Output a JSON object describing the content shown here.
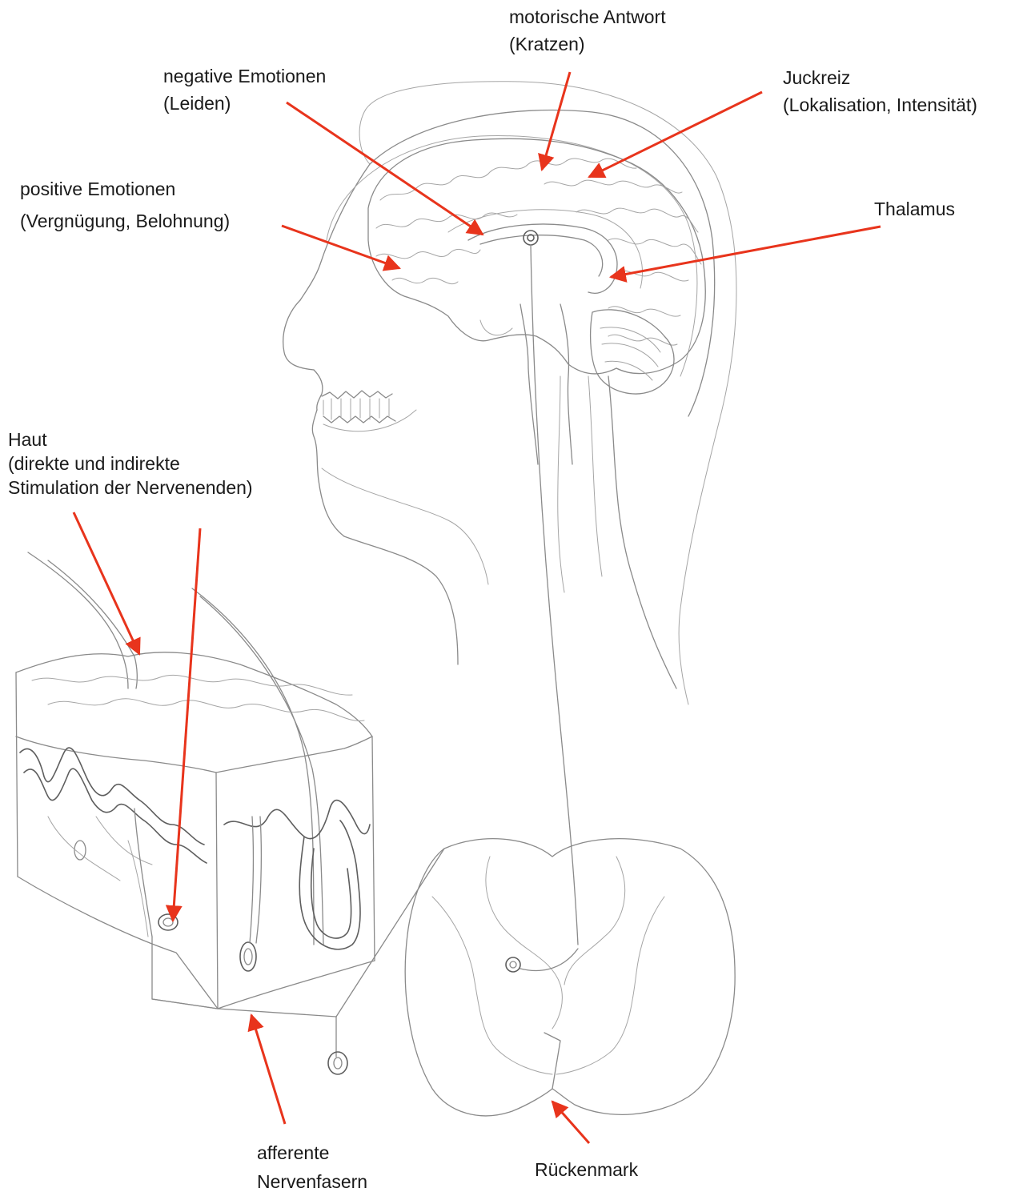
{
  "labels": {
    "motor": {
      "line1": "motorische Antwort",
      "line2": "(Kratzen)"
    },
    "negative": {
      "line1": "negative Emotionen",
      "line2": "(Leiden)"
    },
    "itch": {
      "line1": "Juckreiz",
      "line2": "(Lokalisation, Intensität)"
    },
    "positive": {
      "line1": "positive Emotionen",
      "line2": "(Vergnügung, Belohnung)"
    },
    "thalamus": {
      "line1": "Thalamus"
    },
    "skin": {
      "line1": "Haut",
      "line2": "(direkte und indirekte",
      "line3": "Stimulation der Nervenenden)"
    },
    "afferent": {
      "line1": "afferente",
      "line2": "Nervenfasern"
    },
    "spinal": {
      "line1": "Rückenmark"
    }
  },
  "colors": {
    "arrow": "#e8341c",
    "sketch": "#8a8a8a",
    "text": "#1a1a1a"
  }
}
